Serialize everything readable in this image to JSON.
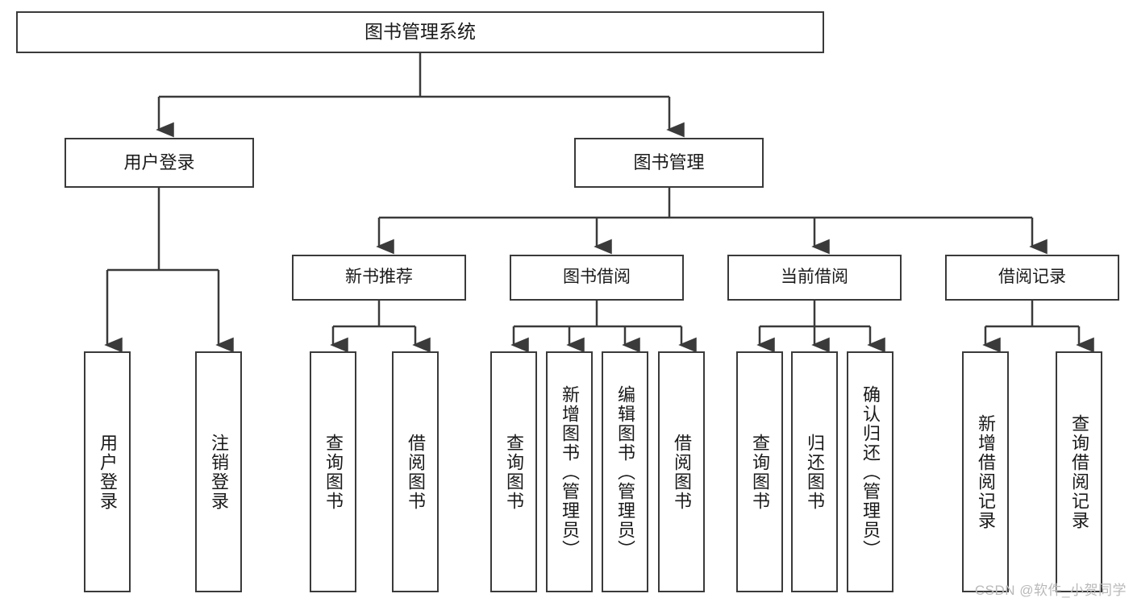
{
  "diagram": {
    "title": "图书管理系统",
    "type": "tree-hierarchy-diagram",
    "stroke_color": "#3a3a3a",
    "fill_color": "#ffffff",
    "text_color": "#1a1a1a"
  },
  "root": {
    "label": "图书管理系统"
  },
  "level2": [
    {
      "label": "用户登录"
    },
    {
      "label": "图书管理"
    }
  ],
  "level3": [
    {
      "label": "新书推荐"
    },
    {
      "label": "图书借阅"
    },
    {
      "label": "当前借阅"
    },
    {
      "label": "借阅记录"
    }
  ],
  "leaves": {
    "user_login": [
      {
        "label": "用户登录"
      },
      {
        "label": "注销登录"
      }
    ],
    "new_book_recommend": [
      {
        "label": "查询图书"
      },
      {
        "label": "借阅图书"
      }
    ],
    "book_borrow": [
      {
        "label": "查询图书"
      },
      {
        "label": "新增图书（管理员）"
      },
      {
        "label": "编辑图书（管理员）"
      },
      {
        "label": "借阅图书"
      }
    ],
    "current_borrow": [
      {
        "label": "查询图书"
      },
      {
        "label": "归还图书"
      },
      {
        "label": "确认归还（管理员）"
      }
    ],
    "borrow_record": [
      {
        "label": "新增借阅记录"
      },
      {
        "label": "查询借阅记录"
      }
    ]
  },
  "watermark": {
    "text": "CSDN @软件_小贺同学"
  }
}
